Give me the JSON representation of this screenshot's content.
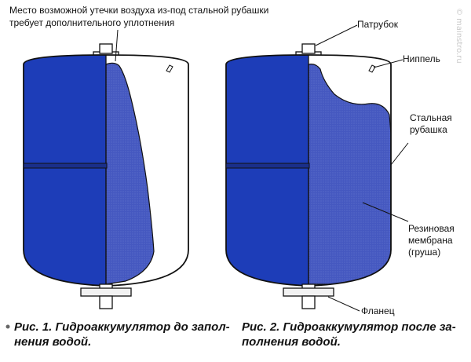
{
  "fig1": {
    "note_line1": "Место возможной утечки воздуха из-под стальной рубашки",
    "note_line2": "требует дополнительного уплотнения",
    "caption_line1": "Рис. 1. Гидроаккумулятор до запол-",
    "caption_line2": "нения водой."
  },
  "fig2": {
    "labels": {
      "patrubok": "Патрубок",
      "nippel": "Ниппель",
      "rubashka_line1": "Стальная",
      "rubashka_line2": "рубашка",
      "membrana_line1": "Резиновая",
      "membrana_line2": "мембрана",
      "membrana_line3": "(груша)",
      "flanets": "Фланец"
    },
    "caption_line1": "Рис. 2. Гидроаккумулятор после за-",
    "caption_line2": "полнения водой."
  },
  "watermark": "© mainstro.ru",
  "colors": {
    "tank_blue": "#1d3db8",
    "membrane_blue": "#4558c0",
    "shell_white": "#ffffff",
    "outline": "#111111",
    "flange": "#f2f2f2"
  }
}
